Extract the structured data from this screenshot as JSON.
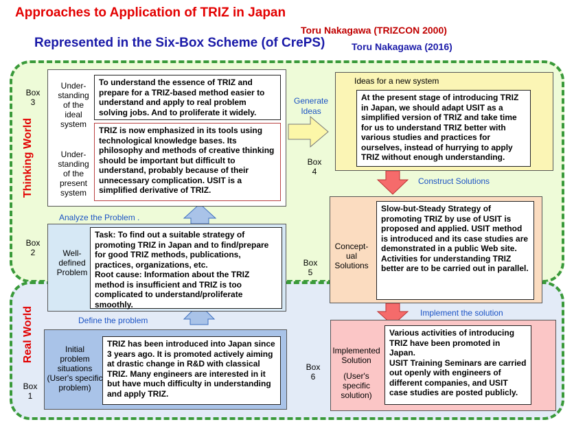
{
  "title": "Approaches to Application of TRIZ in Japan",
  "subtitle": "Represented in the Six-Box Scheme (of CrePS)",
  "author_2000": "Toru Nakagawa (TRIZCON 2000)",
  "author_2016": "Toru Nakagawa (2016)",
  "worlds": {
    "thinking": "Thinking World",
    "real": "Real World"
  },
  "box1": {
    "tag_word": "Box",
    "tag_num": "1",
    "label": [
      "Initial",
      "problem",
      "situations",
      "(User's specific",
      "problem)"
    ],
    "text": "TRIZ has been introduced into Japan since 3 years ago.  It is promoted actively aiming at drastic change in R&D with classical TRIZ.  Many engineers are interested in it but have much difficulty in understanding and apply TRIZ."
  },
  "box2": {
    "tag_word": "Box",
    "tag_num": "2",
    "label": [
      "Well-",
      "defined",
      "Problem"
    ],
    "text": "Task: To find out a suitable strategy of promoting TRIZ in Japan and to find/prepare for good TRIZ methods, publications, practices, organizations, etc.\nRoot cause:  Information about the TRIZ method is insufficient and TRIZ is too complicated to understand/proliferate smoothly."
  },
  "box3": {
    "tag_word": "Box",
    "tag_num": "3",
    "label_ideal": [
      "Under-",
      "standing",
      "of the",
      "ideal",
      "system"
    ],
    "label_present": [
      "Under-",
      "standing",
      "of the",
      "present",
      "system"
    ],
    "text_ideal": "To understand the essence of TRIZ and prepare for a TRIZ-based method easier to understand and apply to real problem solving jobs.  And to proliferate it widely.",
    "text_present": "TRIZ is now emphasized in its tools using technological knowledge bases.  Its philosophy and methods of creative thinking should be important but difficult to understand, probably because of their unnecessary complication.  USIT is a simplified derivative of TRIZ."
  },
  "box4": {
    "tag_word": "Box",
    "tag_num": "4",
    "label": "Ideas for a new system",
    "text": "At the present stage of introducing TRIZ in Japan, we should adapt USIT as a simplified version of TRIZ and take time for us to understand TRIZ better with various studies and practices for ourselves, instead of hurrying to apply TRIZ without enough understanding."
  },
  "box5": {
    "tag_word": "Box",
    "tag_num": "5",
    "label": [
      "Concept-",
      "ual",
      "Solutions"
    ],
    "text": "Slow-but-Steady Strategy of promoting TRIZ by use of USIT is proposed and applied.  USIT method is introduced and its case studies are  demonstrated in a public Web site.\nActivities for understanding TRIZ better are to be carried out in parallel."
  },
  "box6": {
    "tag_word": "Box",
    "tag_num": "6",
    "label": [
      "Implemented",
      "Solution",
      "",
      "(User's",
      "specific",
      "solution)"
    ],
    "text": "Various activities of introducing TRIZ have been promoted in Japan.\nUSIT Training Seminars are carried out openly with engineers of different companies, and USIT case studies are posted publicly."
  },
  "arrows": {
    "define": "Define the problem",
    "analyze": "Analyze the Problem .",
    "generate": [
      "Generate",
      "Ideas"
    ],
    "construct": "Construct Solutions",
    "implement": "Implement  the solution"
  },
  "colors": {
    "title_red": "#e30000",
    "subtitle_blue": "#1a1aa8",
    "thinking_bg": "#eefbd8",
    "real_bg": "#e3ebf7",
    "region_border": "#3a9a3a",
    "box1_fill": "#a9c3e8",
    "box2_fill": "#d6e8f5",
    "box4_fill": "#fbf5b5",
    "box5_fill": "#fbdcc0",
    "box6_fill": "#fbc6c6",
    "arrow_blue": "#a9c3e8",
    "arrow_yellow": "#fcf7a8",
    "arrow_red": "#f56b6b"
  }
}
